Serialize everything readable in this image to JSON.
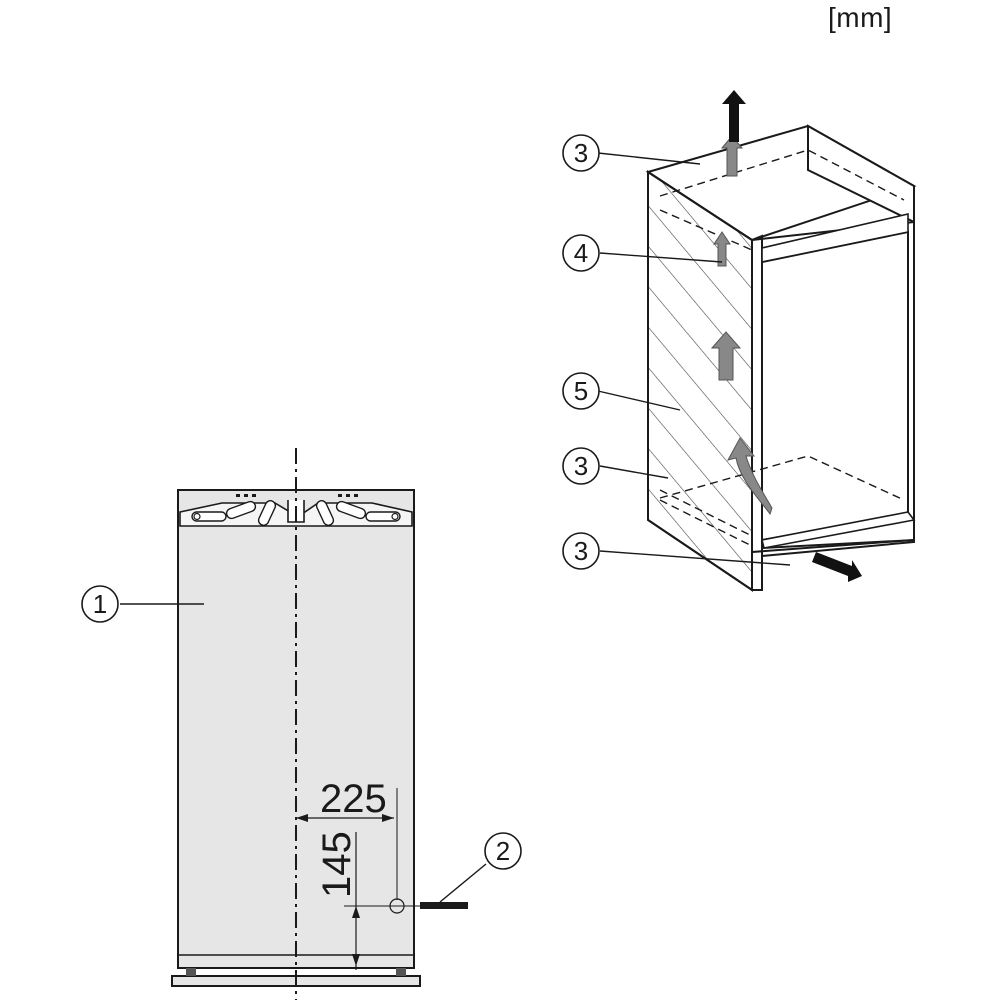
{
  "units": "[mm]",
  "callouts": {
    "c1": "1",
    "c2": "2",
    "c3a": "3",
    "c4": "4",
    "c5": "5",
    "c3b": "3",
    "c3c": "3"
  },
  "dimensions": {
    "horizontal": "225",
    "vertical": "145"
  }
}
